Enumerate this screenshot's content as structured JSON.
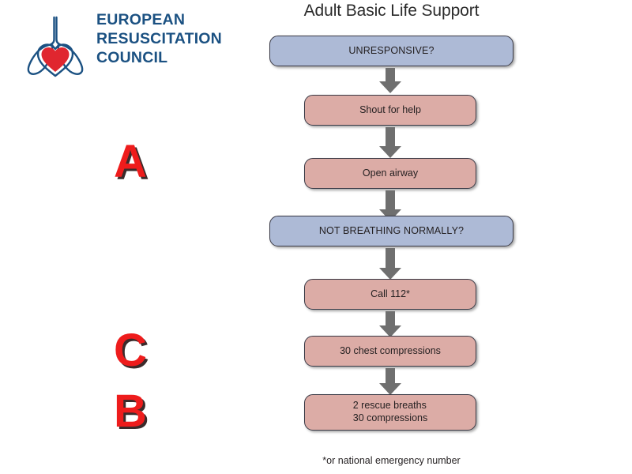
{
  "logo": {
    "icon_name": "lungs-with-heart-logo",
    "wordmark_lines": [
      "EUROPEAN",
      "RESUSCITATION",
      "COUNCIL"
    ],
    "line1": "EUROPEAN",
    "line2": "RESUSCITATION",
    "line3": "COUNCIL",
    "brand_blue": "#1b5182",
    "heart_red": "#e0262f"
  },
  "abc": {
    "airway": "A",
    "circulation": "C",
    "breathing": "B",
    "color": "#ee1c1c"
  },
  "flow": {
    "title": "Adult Basic Life Support",
    "footnote": "*or national emergency number",
    "decision_color": "#adbad6",
    "action_color": "#dcaca6",
    "arrow_color": "#6f6f6f",
    "nodes": [
      {
        "id": "unresponsive",
        "label": "UNRESPONSIVE?",
        "type": "decision"
      },
      {
        "id": "shout-for-help",
        "label": "Shout for help",
        "type": "action"
      },
      {
        "id": "open-airway",
        "label": "Open airway",
        "type": "action"
      },
      {
        "id": "not-breathing",
        "label": "NOT BREATHING NORMALLY?",
        "type": "decision"
      },
      {
        "id": "call-112",
        "label": "Call 112*",
        "type": "action"
      },
      {
        "id": "chest-compressions",
        "label": "30 chest compressions",
        "type": "action"
      },
      {
        "id": "rescue-breaths",
        "label_line1": "2 rescue breaths",
        "label_line2": "30 compressions",
        "type": "action"
      }
    ]
  }
}
